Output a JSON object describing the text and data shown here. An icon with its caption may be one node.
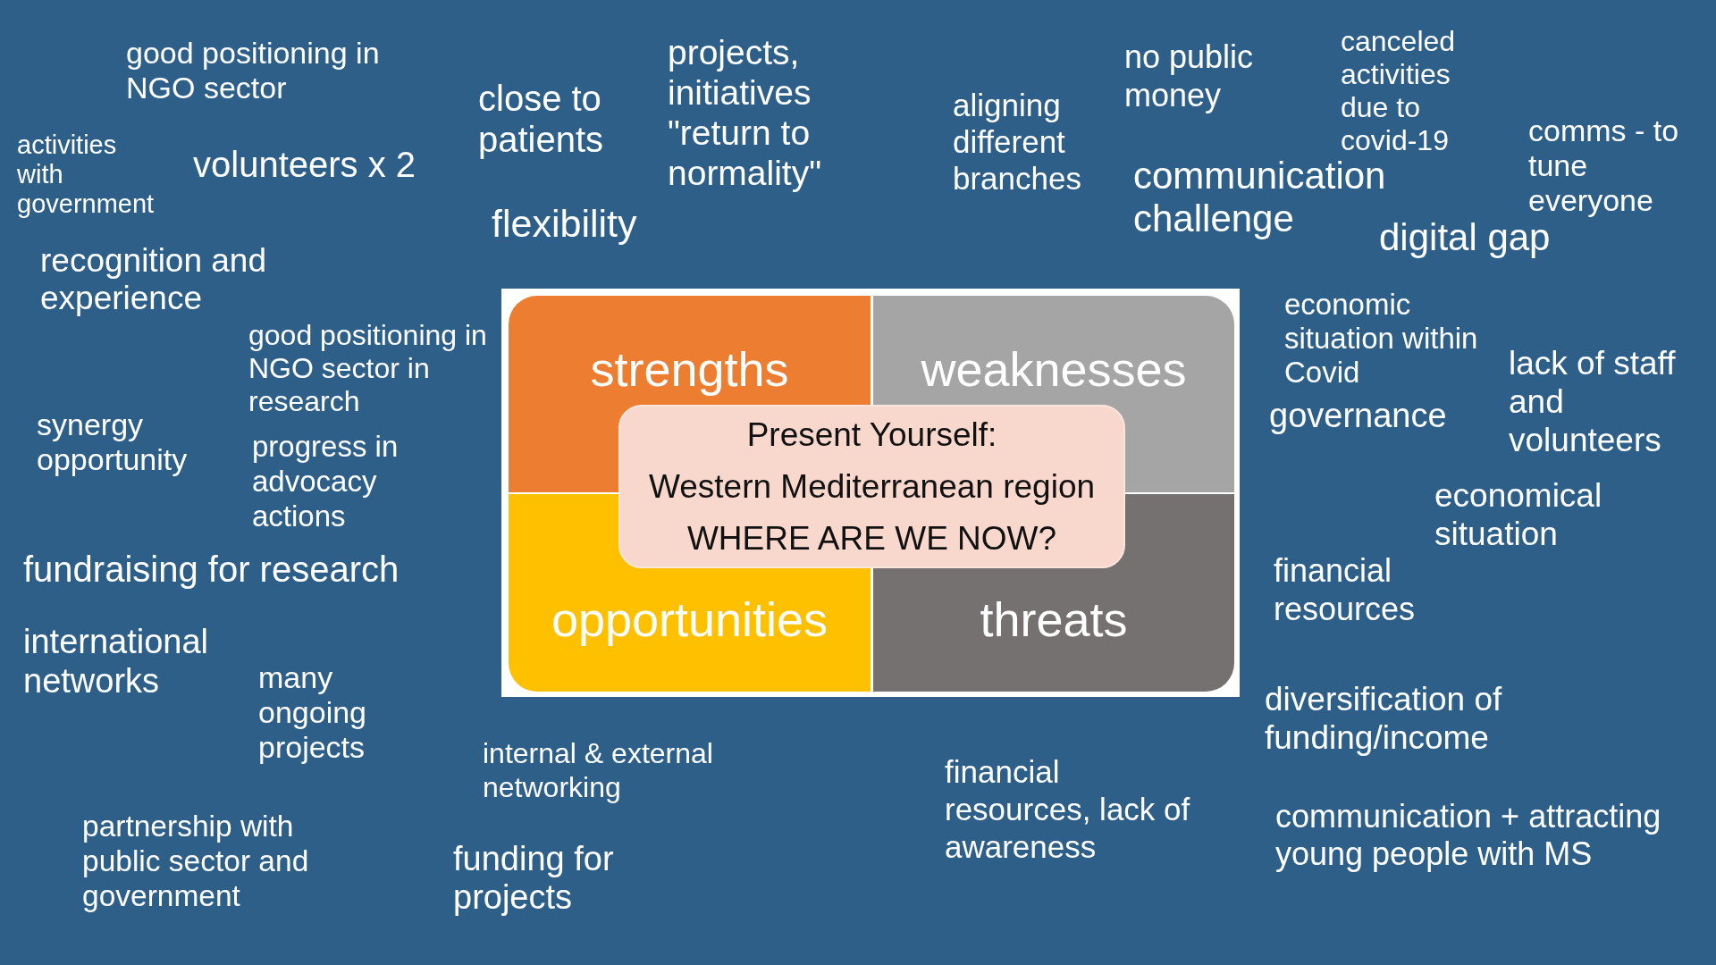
{
  "diagram": {
    "nodes": [
      {
        "text": [
          "strengths"
        ]
      },
      {
        "text": [
          "weaknesses"
        ]
      },
      {
        "text": [
          "opportunities"
        ]
      },
      {
        "text": [
          "threats"
        ]
      },
      {
        "text": [
          "Present Yourself:",
          "Western Mediterranean region",
          "WHERE ARE WE NOW?"
        ]
      }
    ],
    "labels": [
      "good positioning in NGO sector",
      "activities with government",
      "volunteers x 2",
      "close to patients",
      "flexibility",
      "projects, initiatives \"return to normality\"",
      "aligning different branches",
      "no public money",
      "communication challenge",
      "canceled activities due to covid-19",
      "digital gap",
      "comms - to tune everyone",
      "recognition and experience",
      "good positioning in NGO sector in research",
      "synergy opportunity",
      "progress in advocacy actions",
      "fundraising for research",
      "international networks",
      "many ongoing projects",
      "partnership with public sector and government",
      "internal & external networking",
      "funding for projects",
      "financial resources, lack of awareness",
      "economic situation within Covid",
      "lack of staff and volunteers",
      "governance",
      "economical situation",
      "financial resources",
      "diversification of funding/income",
      "communication + attracting young people with MS"
    ]
  }
}
